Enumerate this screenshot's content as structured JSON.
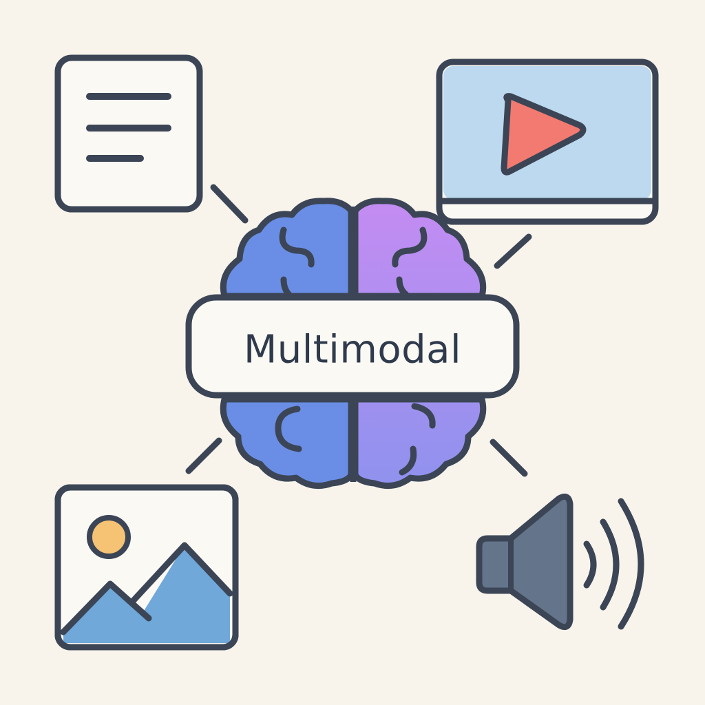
{
  "diagram": {
    "center_label": "Multimodal",
    "modalities": [
      {
        "id": "text",
        "icon": "document-text-icon"
      },
      {
        "id": "video",
        "icon": "video-player-icon"
      },
      {
        "id": "image",
        "icon": "image-landscape-icon"
      },
      {
        "id": "audio",
        "icon": "speaker-audio-icon"
      }
    ],
    "center_icon": "brain-icon"
  },
  "colors": {
    "background": "#f8f4ec",
    "outline": "#3b4555",
    "brain_left": "#6a8ee6",
    "brain_right": "#b38cf0",
    "video_screen": "#bcd9ef",
    "play_button": "#f27a70",
    "sun": "#f6c374",
    "mountain": "#6fa8d9",
    "speaker": "#64748b",
    "paper": "#fbf9f4"
  }
}
